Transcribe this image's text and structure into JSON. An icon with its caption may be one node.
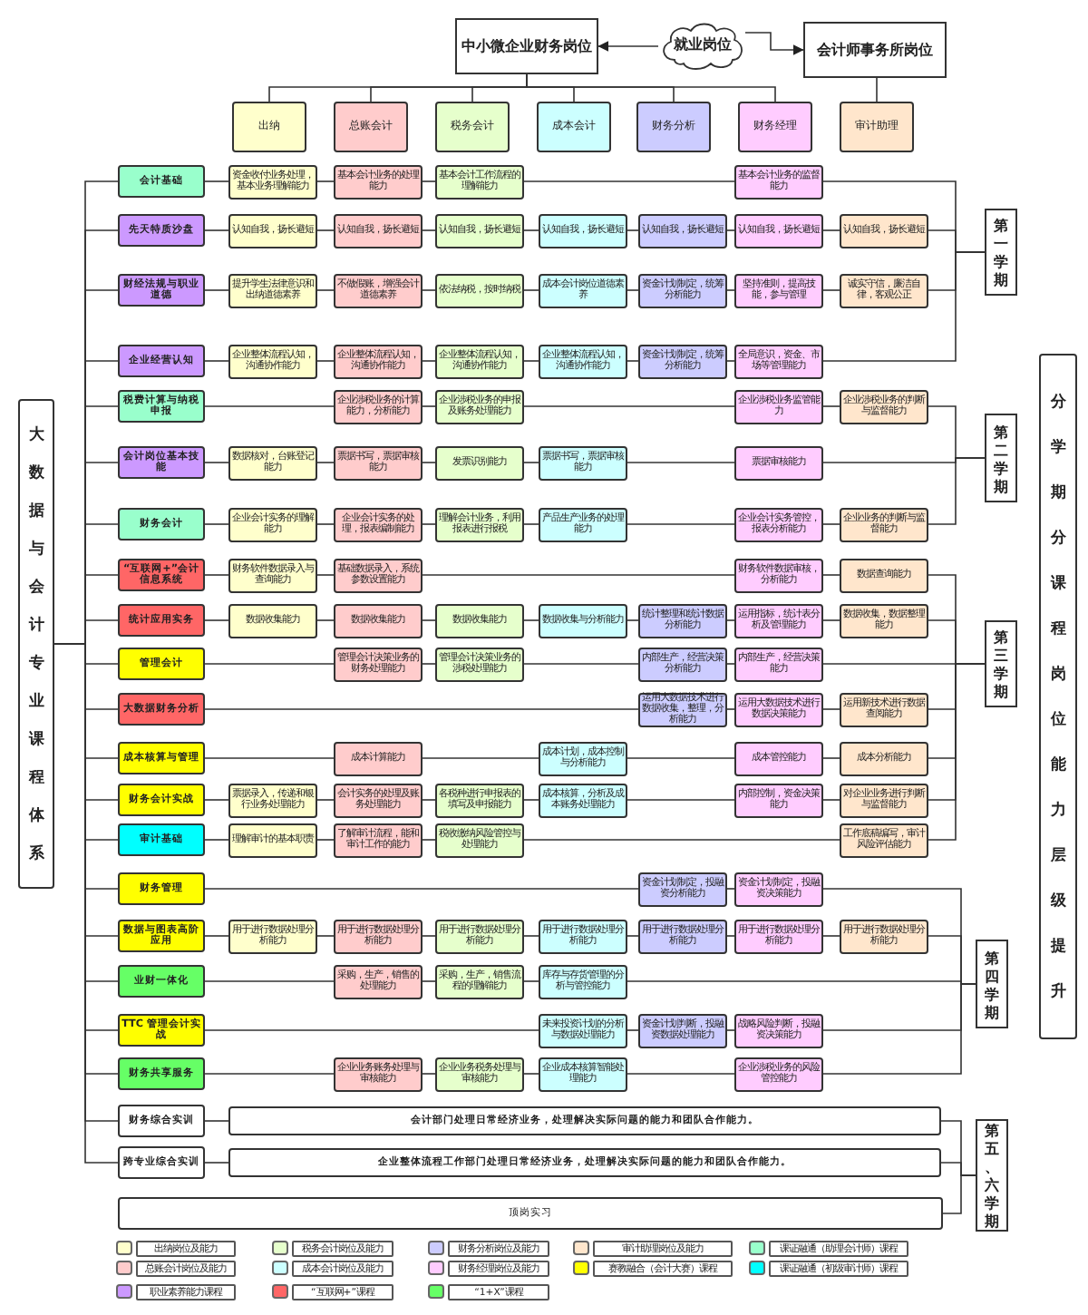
{
  "diagram": {
    "nodes": [
      {
        "text": [
          "中小微企业财务岗位"
        ]
      },
      {
        "text": [
          "就业岗位"
        ]
      },
      {
        "text": [
          "会计师事务所岗位"
        ]
      },
      {
        "text": [
          "出纳"
        ]
      },
      {
        "text": [
          "总账会计"
        ]
      },
      {
        "text": [
          "税务会计"
        ]
      },
      {
        "text": [
          "成本会计"
        ]
      },
      {
        "text": [
          "财务分析"
        ]
      },
      {
        "text": [
          "财务经理"
        ]
      },
      {
        "text": [
          "审计助理"
        ]
      },
      {
        "text": [
          "大数据与会计专业课程体系"
        ]
      },
      {
        "text": [
          "会计基础"
        ]
      },
      {
        "text": [
          "资金收付业务处理，基本业务理解能力"
        ]
      },
      {
        "text": [
          "基本会计业务的处理能力"
        ]
      },
      {
        "text": [
          "基本会计工作流程的理解能力"
        ]
      },
      {
        "text": [
          "基本会计业务的监督能力"
        ]
      },
      {
        "text": [
          "先天特质沙盘"
        ]
      },
      {
        "text": [
          "认知自我，扬长避短"
        ]
      },
      {
        "text": [
          "认知自我，扬长避短"
        ]
      },
      {
        "text": [
          "认知自我，扬长避短"
        ]
      },
      {
        "text": [
          "认知自我，扬长避短"
        ]
      },
      {
        "text": [
          "认知自我，扬长避短"
        ]
      },
      {
        "text": [
          "认知自我，扬长避短"
        ]
      },
      {
        "text": [
          "认知自我，扬长避短"
        ]
      },
      {
        "text": [
          "财经法规与职业道德"
        ]
      },
      {
        "text": [
          "提升学生法律意识和出纳道德素养"
        ]
      },
      {
        "text": [
          "不做假账，增强会计道德素养"
        ]
      },
      {
        "text": [
          "依法纳税，按时纳税"
        ]
      },
      {
        "text": [
          "成本会计岗位道德素养"
        ]
      },
      {
        "text": [
          "资金计划制定，统筹分析能力"
        ]
      },
      {
        "text": [
          "坚持准则，提高技能，参与管理"
        ]
      },
      {
        "text": [
          "诚实守信，廉洁自律，客观公正"
        ]
      },
      {
        "text": [
          "企业经营认知"
        ]
      },
      {
        "text": [
          "企业整体流程认知，沟通协作能力"
        ]
      },
      {
        "text": [
          "企业整体流程认知，沟通协作能力"
        ]
      },
      {
        "text": [
          "企业整体流程认知，沟通协作能力"
        ]
      },
      {
        "text": [
          "企业整体流程认知，沟通协作能力"
        ]
      },
      {
        "text": [
          "资金计划制定，统筹分析能力"
        ]
      },
      {
        "text": [
          "全局意识，资金、市场等管理能力"
        ]
      },
      {
        "text": [
          "税费计算与纳税申报"
        ]
      },
      {
        "text": [
          "企业涉税业务的计算能力，分析能力"
        ]
      },
      {
        "text": [
          "企业涉税业务的申报及账务处理能力"
        ]
      },
      {
        "text": [
          "企业涉税业务监管能力"
        ]
      },
      {
        "text": [
          "企业涉税业务的判断与监督能力"
        ]
      },
      {
        "text": [
          "会计岗位基本技能"
        ]
      },
      {
        "text": [
          "数据核对，台账登记能力"
        ]
      },
      {
        "text": [
          "票据书写，票据审核能力"
        ]
      },
      {
        "text": [
          "发票识别能力"
        ]
      },
      {
        "text": [
          "票据书写，票据审核能力"
        ]
      },
      {
        "text": [
          "票据审核能力"
        ]
      },
      {
        "text": [
          "财务会计"
        ]
      },
      {
        "text": [
          "企业会计实务的理解能力"
        ]
      },
      {
        "text": [
          "企业会计实务的处理，报表编制能力"
        ]
      },
      {
        "text": [
          "理解会计业务，利用报表进行报税"
        ]
      },
      {
        "text": [
          "产品生产业务的处理能力"
        ]
      },
      {
        "text": [
          "企业会计实务管控，报表分析能力"
        ]
      },
      {
        "text": [
          "企业业务的判断与监督能力"
        ]
      },
      {
        "text": [
          "“互联网+”会计信息系统"
        ]
      },
      {
        "text": [
          "财务软件数据录入与查询能力"
        ]
      },
      {
        "text": [
          "基础数据录入，系统参数设置能力"
        ]
      },
      {
        "text": [
          "财务软件数据审核，分析能力"
        ]
      },
      {
        "text": [
          "数据查询能力"
        ]
      },
      {
        "text": [
          "统计应用实务"
        ]
      },
      {
        "text": [
          "数据收集能力"
        ]
      },
      {
        "text": [
          "数据收集能力"
        ]
      },
      {
        "text": [
          "数据收集能力"
        ]
      },
      {
        "text": [
          "数据收集与分析能力"
        ]
      },
      {
        "text": [
          "统计整理和统计数据分析能力"
        ]
      },
      {
        "text": [
          "运用指标，统计表分析及管理能力"
        ]
      },
      {
        "text": [
          "数据收集，数据整理能力"
        ]
      },
      {
        "text": [
          "管理会计"
        ]
      },
      {
        "text": [
          "管理会计决策业务的财务处理能力"
        ]
      },
      {
        "text": [
          "管理会计决策业务的涉税处理能力"
        ]
      },
      {
        "text": [
          "内部生产，经营决策分析能力"
        ]
      },
      {
        "text": [
          "内部生产，经营决策能力"
        ]
      },
      {
        "text": [
          "大数据财务分析"
        ]
      },
      {
        "text": [
          "运用大数据技术进行数据收集，整理，分析能力"
        ]
      },
      {
        "text": [
          "运用大数据技术进行数据决策能力"
        ]
      },
      {
        "text": [
          "运用新技术进行数据查阅能力"
        ]
      },
      {
        "text": [
          "成本核算与管理"
        ]
      },
      {
        "text": [
          "成本计算能力"
        ]
      },
      {
        "text": [
          "成本计划，成本控制与分析能力"
        ]
      },
      {
        "text": [
          "成本管控能力"
        ]
      },
      {
        "text": [
          "成本分析能力"
        ]
      },
      {
        "text": [
          "财务会计实战"
        ]
      },
      {
        "text": [
          "票据录入，传递和银行业务处理能力"
        ]
      },
      {
        "text": [
          "会计实务的处理及账务处理能力"
        ]
      },
      {
        "text": [
          "各税种进行申报表的填写及申报能力"
        ]
      },
      {
        "text": [
          "成本核算，分析及成本账务处理能力"
        ]
      },
      {
        "text": [
          "内部控制，资金决策能力"
        ]
      },
      {
        "text": [
          "对企业业务进行判断与监督能力"
        ]
      },
      {
        "text": [
          "审计基础"
        ]
      },
      {
        "text": [
          "理解审计的基本职责"
        ]
      },
      {
        "text": [
          "了解审计流程，能和审计工作的能力"
        ]
      },
      {
        "text": [
          "税收缴纳风险管控与处理能力"
        ]
      },
      {
        "text": [
          "工作底稿编写，审计风险评估能力"
        ]
      },
      {
        "text": [
          "财务管理"
        ]
      },
      {
        "text": [
          "资金计划制定，投融资分析能力"
        ]
      },
      {
        "text": [
          "资金计划制定，投融资决策能力"
        ]
      },
      {
        "text": [
          "数据与图表高阶应用"
        ]
      },
      {
        "text": [
          "用于进行数据处理分析能力"
        ]
      },
      {
        "text": [
          "用于进行数据处理分析能力"
        ]
      },
      {
        "text": [
          "用于进行数据处理分析能力"
        ]
      },
      {
        "text": [
          "用于进行数据处理分析能力"
        ]
      },
      {
        "text": [
          "用于进行数据处理分析能力"
        ]
      },
      {
        "text": [
          "用于进行数据处理分析能力"
        ]
      },
      {
        "text": [
          "用于进行数据处理分析能力"
        ]
      },
      {
        "text": [
          "业财一体化"
        ]
      },
      {
        "text": [
          "采购，生产，销售的处理能力"
        ]
      },
      {
        "text": [
          "采购，生产，销售流程的理解能力"
        ]
      },
      {
        "text": [
          "库存与存货管理的分析与管控能力"
        ]
      },
      {
        "text": [
          "TTC 管理会计实战"
        ]
      },
      {
        "text": [
          "未来投资计划的分析与数据处理能力"
        ]
      },
      {
        "text": [
          "资金计划判断，投融资数据处理能力"
        ]
      },
      {
        "text": [
          "战略风险判断，投融资决策能力"
        ]
      },
      {
        "text": [
          "财务共享服务"
        ]
      },
      {
        "text": [
          "企业业务账务处理与审核能力"
        ]
      },
      {
        "text": [
          "企业业务税务处理与审核能力"
        ]
      },
      {
        "text": [
          "企业成本核算智能处理能力"
        ]
      },
      {
        "text": [
          "企业涉税业务的风险管控能力"
        ]
      },
      {
        "text": [
          "财务综合实训"
        ]
      },
      {
        "text": [
          "会计部门处理日常经济业务，处理解决实际问题的能力和团队合作能力。"
        ]
      },
      {
        "text": [
          "跨专业综合实训"
        ]
      },
      {
        "text": [
          "企业整体流程工作部门处理日常经济业务，处理解决实际问题的能力和团队合作能力。"
        ]
      },
      {
        "text": [
          "顶岗实习"
        ]
      },
      {
        "text": [
          "第一学期"
        ]
      },
      {
        "text": [
          "第二学期"
        ]
      },
      {
        "text": [
          "第三学期"
        ]
      },
      {
        "text": [
          "第四学期"
        ]
      },
      {
        "text": [
          "第五、六学期"
        ]
      },
      {
        "text": [
          "分学期分课程岗位能力层级提升"
        ]
      }
    ],
    "edges": [
      {
        "from": 1,
        "to": 0,
        "arrow": "to"
      },
      {
        "from": 1,
        "to": 2,
        "arrow": "to"
      },
      {
        "from": 0,
        "to": 3,
        "arrow": "none"
      },
      {
        "from": 0,
        "to": 4,
        "arrow": "none"
      },
      {
        "from": 0,
        "to": 5,
        "arrow": "none"
      },
      {
        "from": 0,
        "to": 6,
        "arrow": "none"
      },
      {
        "from": 0,
        "to": 7,
        "arrow": "none"
      },
      {
        "from": 0,
        "to": 8,
        "arrow": "none"
      },
      {
        "from": 2,
        "to": 9,
        "arrow": "none"
      },
      {
        "from": 10,
        "to": 11,
        "arrow": "none"
      },
      {
        "from": 10,
        "to": 16,
        "arrow": "none"
      },
      {
        "from": 10,
        "to": 24,
        "arrow": "none"
      },
      {
        "from": 10,
        "to": 32,
        "arrow": "none"
      },
      {
        "from": 10,
        "to": 39,
        "arrow": "none"
      },
      {
        "from": 10,
        "to": 44,
        "arrow": "none"
      },
      {
        "from": 10,
        "to": 50,
        "arrow": "none"
      },
      {
        "from": 10,
        "to": 57,
        "arrow": "none"
      },
      {
        "from": 10,
        "to": 62,
        "arrow": "none"
      },
      {
        "from": 10,
        "to": 70,
        "arrow": "none"
      },
      {
        "from": 10,
        "to": 75,
        "arrow": "none"
      },
      {
        "from": 10,
        "to": 79,
        "arrow": "none"
      },
      {
        "from": 10,
        "to": 84,
        "arrow": "none"
      },
      {
        "from": 10,
        "to": 91,
        "arrow": "none"
      },
      {
        "from": 10,
        "to": 96,
        "arrow": "none"
      },
      {
        "from": 10,
        "to": 99,
        "arrow": "none"
      },
      {
        "from": 10,
        "to": 107,
        "arrow": "none"
      },
      {
        "from": 10,
        "to": 111,
        "arrow": "none"
      },
      {
        "from": 10,
        "to": 115,
        "arrow": "none"
      },
      {
        "from": 10,
        "to": 120,
        "arrow": "none"
      },
      {
        "from": 10,
        "to": 122,
        "arrow": "none"
      },
      {
        "from": 11,
        "to": 12,
        "arrow": "none"
      },
      {
        "from": 12,
        "to": 13,
        "arrow": "none"
      },
      {
        "from": 13,
        "to": 14,
        "arrow": "none"
      },
      {
        "from": 14,
        "to": 15,
        "arrow": "none"
      },
      {
        "from": 15,
        "to": 125,
        "arrow": "none"
      },
      {
        "from": 16,
        "to": 17,
        "arrow": "none"
      },
      {
        "from": 17,
        "to": 18,
        "arrow": "none"
      },
      {
        "from": 18,
        "to": 19,
        "arrow": "none"
      },
      {
        "from": 19,
        "to": 20,
        "arrow": "none"
      },
      {
        "from": 20,
        "to": 21,
        "arrow": "none"
      },
      {
        "from": 21,
        "to": 22,
        "arrow": "none"
      },
      {
        "from": 22,
        "to": 23,
        "arrow": "none"
      },
      {
        "from": 23,
        "to": 125,
        "arrow": "none"
      },
      {
        "from": 24,
        "to": 25,
        "arrow": "none"
      },
      {
        "from": 25,
        "to": 26,
        "arrow": "none"
      },
      {
        "from": 26,
        "to": 27,
        "arrow": "none"
      },
      {
        "from": 27,
        "to": 28,
        "arrow": "none"
      },
      {
        "from": 28,
        "to": 29,
        "arrow": "none"
      },
      {
        "from": 29,
        "to": 30,
        "arrow": "none"
      },
      {
        "from": 30,
        "to": 31,
        "arrow": "none"
      },
      {
        "from": 31,
        "to": 125,
        "arrow": "none"
      },
      {
        "from": 32,
        "to": 33,
        "arrow": "none"
      },
      {
        "from": 33,
        "to": 34,
        "arrow": "none"
      },
      {
        "from": 34,
        "to": 35,
        "arrow": "none"
      },
      {
        "from": 35,
        "to": 36,
        "arrow": "none"
      },
      {
        "from": 36,
        "to": 37,
        "arrow": "none"
      },
      {
        "from": 37,
        "to": 38,
        "arrow": "none"
      },
      {
        "from": 38,
        "to": 125,
        "arrow": "none"
      },
      {
        "from": 39,
        "to": 40,
        "arrow": "none"
      },
      {
        "from": 40,
        "to": 41,
        "arrow": "none"
      },
      {
        "from": 41,
        "to": 42,
        "arrow": "none"
      },
      {
        "from": 42,
        "to": 43,
        "arrow": "none"
      },
      {
        "from": 43,
        "to": 126,
        "arrow": "none"
      },
      {
        "from": 44,
        "to": 45,
        "arrow": "none"
      },
      {
        "from": 45,
        "to": 46,
        "arrow": "none"
      },
      {
        "from": 46,
        "to": 47,
        "arrow": "none"
      },
      {
        "from": 47,
        "to": 48,
        "arrow": "none"
      },
      {
        "from": 48,
        "to": 49,
        "arrow": "none"
      },
      {
        "from": 49,
        "to": 126,
        "arrow": "none"
      },
      {
        "from": 50,
        "to": 51,
        "arrow": "none"
      },
      {
        "from": 51,
        "to": 52,
        "arrow": "none"
      },
      {
        "from": 52,
        "to": 53,
        "arrow": "none"
      },
      {
        "from": 53,
        "to": 54,
        "arrow": "none"
      },
      {
        "from": 54,
        "to": 55,
        "arrow": "none"
      },
      {
        "from": 55,
        "to": 56,
        "arrow": "none"
      },
      {
        "from": 56,
        "to": 126,
        "arrow": "none"
      },
      {
        "from": 57,
        "to": 58,
        "arrow": "none"
      },
      {
        "from": 58,
        "to": 59,
        "arrow": "none"
      },
      {
        "from": 59,
        "to": 60,
        "arrow": "none"
      },
      {
        "from": 60,
        "to": 61,
        "arrow": "none"
      },
      {
        "from": 61,
        "to": 127,
        "arrow": "none"
      },
      {
        "from": 62,
        "to": 63,
        "arrow": "none"
      },
      {
        "from": 63,
        "to": 64,
        "arrow": "none"
      },
      {
        "from": 64,
        "to": 65,
        "arrow": "none"
      },
      {
        "from": 65,
        "to": 66,
        "arrow": "none"
      },
      {
        "from": 66,
        "to": 67,
        "arrow": "none"
      },
      {
        "from": 67,
        "to": 68,
        "arrow": "none"
      },
      {
        "from": 68,
        "to": 69,
        "arrow": "none"
      },
      {
        "from": 69,
        "to": 127,
        "arrow": "none"
      },
      {
        "from": 70,
        "to": 71,
        "arrow": "none"
      },
      {
        "from": 71,
        "to": 72,
        "arrow": "none"
      },
      {
        "from": 72,
        "to": 73,
        "arrow": "none"
      },
      {
        "from": 73,
        "to": 74,
        "arrow": "none"
      },
      {
        "from": 74,
        "to": 127,
        "arrow": "none"
      },
      {
        "from": 75,
        "to": 76,
        "arrow": "none"
      },
      {
        "from": 76,
        "to": 77,
        "arrow": "none"
      },
      {
        "from": 77,
        "to": 78,
        "arrow": "none"
      },
      {
        "from": 78,
        "to": 127,
        "arrow": "none"
      },
      {
        "from": 79,
        "to": 80,
        "arrow": "none"
      },
      {
        "from": 80,
        "to": 81,
        "arrow": "none"
      },
      {
        "from": 81,
        "to": 82,
        "arrow": "none"
      },
      {
        "from": 82,
        "to": 83,
        "arrow": "none"
      },
      {
        "from": 83,
        "to": 127,
        "arrow": "none"
      },
      {
        "from": 84,
        "to": 85,
        "arrow": "none"
      },
      {
        "from": 85,
        "to": 86,
        "arrow": "none"
      },
      {
        "from": 86,
        "to": 87,
        "arrow": "none"
      },
      {
        "from": 87,
        "to": 88,
        "arrow": "none"
      },
      {
        "from": 88,
        "to": 89,
        "arrow": "none"
      },
      {
        "from": 89,
        "to": 90,
        "arrow": "none"
      },
      {
        "from": 90,
        "to": 127,
        "arrow": "none"
      },
      {
        "from": 91,
        "to": 92,
        "arrow": "none"
      },
      {
        "from": 92,
        "to": 93,
        "arrow": "none"
      },
      {
        "from": 93,
        "to": 94,
        "arrow": "none"
      },
      {
        "from": 94,
        "to": 95,
        "arrow": "none"
      },
      {
        "from": 95,
        "to": 127,
        "arrow": "none"
      },
      {
        "from": 96,
        "to": 97,
        "arrow": "none"
      },
      {
        "from": 97,
        "to": 98,
        "arrow": "none"
      },
      {
        "from": 98,
        "to": 128,
        "arrow": "none"
      },
      {
        "from": 99,
        "to": 100,
        "arrow": "none"
      },
      {
        "from": 100,
        "to": 101,
        "arrow": "none"
      },
      {
        "from": 101,
        "to": 102,
        "arrow": "none"
      },
      {
        "from": 102,
        "to": 103,
        "arrow": "none"
      },
      {
        "from": 103,
        "to": 104,
        "arrow": "none"
      },
      {
        "from": 104,
        "to": 105,
        "arrow": "none"
      },
      {
        "from": 105,
        "to": 106,
        "arrow": "none"
      },
      {
        "from": 106,
        "to": 128,
        "arrow": "none"
      },
      {
        "from": 107,
        "to": 108,
        "arrow": "none"
      },
      {
        "from": 108,
        "to": 109,
        "arrow": "none"
      },
      {
        "from": 109,
        "to": 110,
        "arrow": "none"
      },
      {
        "from": 110,
        "to": 128,
        "arrow": "none"
      },
      {
        "from": 111,
        "to": 112,
        "arrow": "none"
      },
      {
        "from": 112,
        "to": 113,
        "arrow": "none"
      },
      {
        "from": 113,
        "to": 114,
        "arrow": "none"
      },
      {
        "from": 114,
        "to": 128,
        "arrow": "none"
      },
      {
        "from": 115,
        "to": 116,
        "arrow": "none"
      },
      {
        "from": 116,
        "to": 117,
        "arrow": "none"
      },
      {
        "from": 117,
        "to": 118,
        "arrow": "none"
      },
      {
        "from": 118,
        "to": 119,
        "arrow": "none"
      },
      {
        "from": 119,
        "to": 128,
        "arrow": "none"
      },
      {
        "from": 120,
        "to": 121,
        "arrow": "none"
      },
      {
        "from": 121,
        "to": 129,
        "arrow": "none"
      },
      {
        "from": 122,
        "to": 123,
        "arrow": "none"
      },
      {
        "from": 123,
        "to": 129,
        "arrow": "none"
      },
      {
        "from": 124,
        "to": 129,
        "arrow": "none"
      }
    ],
    "legend": [
      {
        "text": "出纳岗位及能力",
        "color": "#ffffcc"
      },
      {
        "text": "税务会计岗位及能力",
        "color": "#e6ffcc"
      },
      {
        "text": "财务分析岗位及能力",
        "color": "#ccccff"
      },
      {
        "text": "审计助理岗位及能力",
        "color": "#ffe6cc"
      },
      {
        "text": "课证融通（助理会计师）课程",
        "color": "#99ffcc"
      },
      {
        "text": "总账会计岗位及能力",
        "color": "#ffcccc"
      },
      {
        "text": "成本会计岗位及能力",
        "color": "#ccffff"
      },
      {
        "text": "财务经理岗位及能力",
        "color": "#ffccff"
      },
      {
        "text": "赛教融合（会计大赛）课程",
        "color": "#ffff00"
      },
      {
        "text": "课证融通（初级审计师）课程",
        "color": "#00ffff"
      },
      {
        "text": "职业素养能力课程",
        "color": "#cc99ff"
      },
      {
        "text": "“互联网+”课程",
        "color": "#ff6666"
      },
      {
        "text": "“1+X”课程",
        "color": "#66ff66"
      }
    ]
  }
}
